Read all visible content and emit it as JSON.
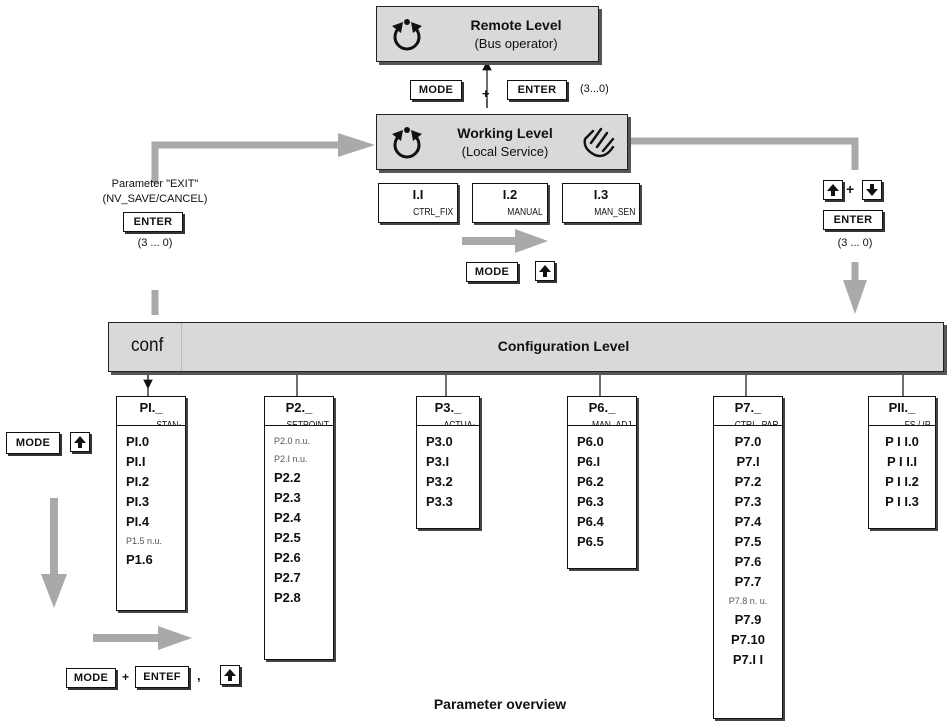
{
  "remote": {
    "title": "Remote Level",
    "subtitle": "(Bus operator)"
  },
  "working": {
    "title": "Working Level",
    "subtitle": "(Local Service)"
  },
  "keys": {
    "mode": "MODE",
    "enter": "ENTER",
    "enter_alt": "ENTEF",
    "plus": "+",
    "comma": ",",
    "count": "(3...0)",
    "count_spaced": "(3 ... 0)"
  },
  "exit": {
    "line1": "Parameter \"EXIT\"",
    "line2": "(NV_SAVE/CANCEL)"
  },
  "working_modes": [
    {
      "code": "I.I",
      "name": "CTRL_FIX"
    },
    {
      "code": "I.2",
      "name": "MANUAL"
    },
    {
      "code": "I.3",
      "name": "MAN_SEN"
    }
  ],
  "config": {
    "short": "conf",
    "title": "Configuration Level"
  },
  "groups": [
    {
      "code": "PI._",
      "name": "STAN-",
      "items": [
        {
          "t": "PI.0",
          "s": false
        },
        {
          "t": "PI.I",
          "s": false
        },
        {
          "t": "PI.2",
          "s": false
        },
        {
          "t": "PI.3",
          "s": false
        },
        {
          "t": "PI.4",
          "s": false
        },
        {
          "t": "P1.5 n.u.",
          "s": true
        },
        {
          "t": "P1.6",
          "s": false
        }
      ]
    },
    {
      "code": "P2._",
      "name": "SETPOINT",
      "items": [
        {
          "t": "P2.0 n.u.",
          "s": true
        },
        {
          "t": "P2.I n.u.",
          "s": true
        },
        {
          "t": "P2.2",
          "s": false
        },
        {
          "t": "P2.3",
          "s": false
        },
        {
          "t": "P2.4",
          "s": false
        },
        {
          "t": "P2.5",
          "s": false
        },
        {
          "t": "P2.6",
          "s": false
        },
        {
          "t": "P2.7",
          "s": false
        },
        {
          "t": "P2.8",
          "s": false
        }
      ]
    },
    {
      "code": "P3._",
      "name": "ACTUA-",
      "items": [
        {
          "t": "P3.0",
          "s": false
        },
        {
          "t": "P3.I",
          "s": false
        },
        {
          "t": "P3.2",
          "s": false
        },
        {
          "t": "P3.3",
          "s": false
        }
      ]
    },
    {
      "code": "P6._",
      "name": "MAN_ADJ",
      "items": [
        {
          "t": "P6.0",
          "s": false
        },
        {
          "t": "P6.I",
          "s": false
        },
        {
          "t": "P6.2",
          "s": false
        },
        {
          "t": "P6.3",
          "s": false
        },
        {
          "t": "P6.4",
          "s": false
        },
        {
          "t": "P6.5",
          "s": false
        }
      ]
    },
    {
      "code": "P7._",
      "name": "CTRL_PAR",
      "items": [
        {
          "t": "P7.0",
          "s": false
        },
        {
          "t": "P7.I",
          "s": false
        },
        {
          "t": "P7.2",
          "s": false
        },
        {
          "t": "P7.3",
          "s": false
        },
        {
          "t": "P7.4",
          "s": false
        },
        {
          "t": "P7.5",
          "s": false
        },
        {
          "t": "P7.6",
          "s": false
        },
        {
          "t": "P7.7",
          "s": false
        },
        {
          "t": "P7.8 n. u.",
          "s": true
        },
        {
          "t": "P7.9",
          "s": false
        },
        {
          "t": "P7.10",
          "s": false
        },
        {
          "t": "P7.I I",
          "s": false
        }
      ]
    },
    {
      "code": "PII._",
      "name": "FS / IP",
      "items": [
        {
          "t": "P I I.0",
          "s": false
        },
        {
          "t": "P I I.I",
          "s": false
        },
        {
          "t": "P I I.2",
          "s": false
        },
        {
          "t": "P I I.3",
          "s": false
        }
      ]
    }
  ],
  "caption": "Parameter overview"
}
